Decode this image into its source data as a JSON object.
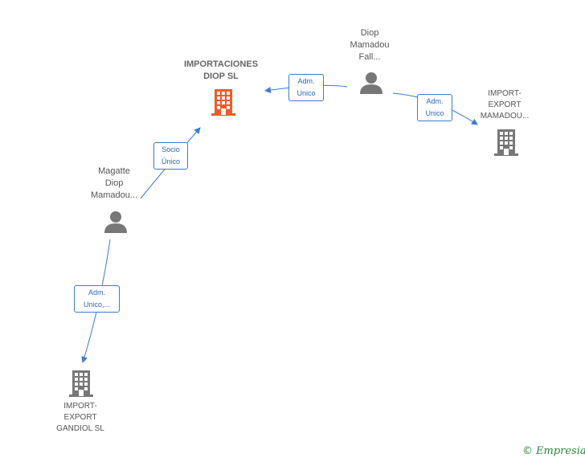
{
  "nodes": {
    "importaciones": {
      "line1": "IMPORTACIONES",
      "line2": "DIOP  SL"
    },
    "diop_mamadou": {
      "line1": "Diop",
      "line2": "Mamadou",
      "line3": "Fall..."
    },
    "import_export_mamadou": {
      "line1": "IMPORT-",
      "line2": "EXPORT",
      "line3": "MAMADOU..."
    },
    "magatte": {
      "line1": "Magatte",
      "line2": "Diop",
      "line3": "Mamadou..."
    },
    "import_export_gandiol": {
      "line1": "IMPORT-",
      "line2": "EXPORT",
      "line3": "GANDIOL  SL"
    }
  },
  "edges": {
    "diop_to_importaciones": {
      "line1": "Adm.",
      "line2": "Unico"
    },
    "diop_to_import_export": {
      "line1": "Adm.",
      "line2": "Unico"
    },
    "magatte_to_importaciones": {
      "line1": "Socio",
      "line2": "Único"
    },
    "magatte_to_gandiol": {
      "line1": "Adm.",
      "line2": "Unico,..."
    }
  },
  "colors": {
    "main_company": "#f05a28",
    "company": "#777777",
    "person": "#777777",
    "edge": "#3a7bd5"
  },
  "icons": {
    "company": "building-icon",
    "person": "person-icon"
  },
  "watermark": {
    "symbol": "©",
    "text": "Empresia"
  }
}
